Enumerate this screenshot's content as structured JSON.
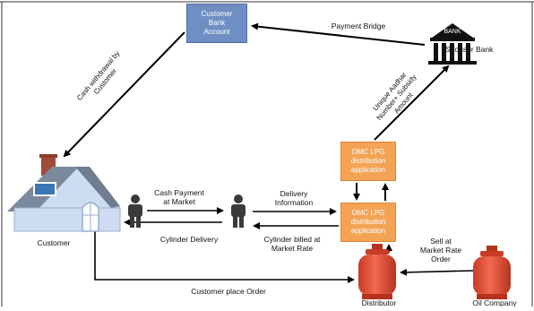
{
  "nodes": {
    "customer_bank": [
      "Customer",
      "Bank",
      "Account"
    ],
    "sponsor_bank": "Sponsor Bank",
    "bank_logo": "BANK",
    "customer": "Customer",
    "omc_top": [
      "OMC LPG",
      "distribution",
      "application"
    ],
    "omc_bottom": [
      "OMC LPG",
      "distribution",
      "application"
    ],
    "distributor": "Distributor",
    "oil_company": "Oil Company"
  },
  "edges": {
    "payment_bridge": "Payment Bridge",
    "cash_withdrawal": [
      "Cash withdrawal by",
      "Customer"
    ],
    "unique_aadhar": [
      "Unique Aadhar",
      "Number+ Subsidy",
      "Amount"
    ],
    "cash_payment": [
      "Cash Payment",
      "at Market"
    ],
    "delivery_info": [
      "Delivery",
      "Information"
    ],
    "cylinder_delivery": "Cylinder Delivery",
    "cylinder_billed": [
      "Cylinder billed at",
      "Market Rate"
    ],
    "sell_market_rate": [
      "Sell at",
      "Market Rate",
      "Order"
    ],
    "customer_place_order": "Customer place Order"
  },
  "colors": {
    "bank_box": "#6f8fc4",
    "omc_box": "#f4a354",
    "cylinder": "#e8513a",
    "house_wall": "#cddcf0",
    "roof": "#7a8a9c",
    "person": "#3a3a3a",
    "arrow": "#000000"
  }
}
